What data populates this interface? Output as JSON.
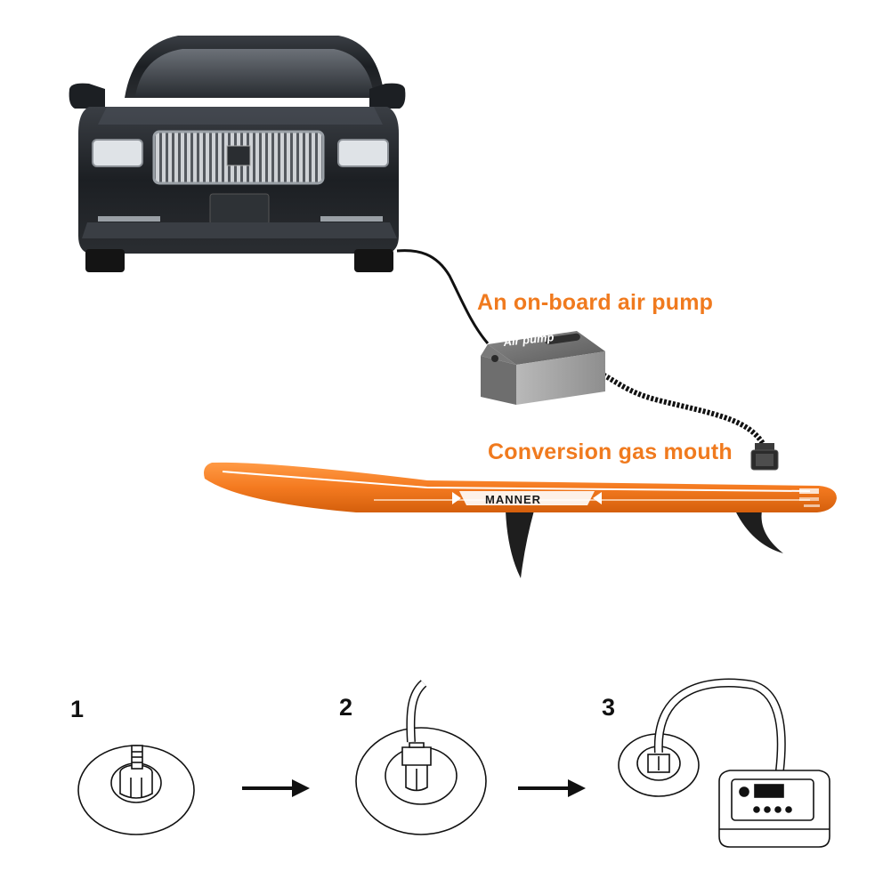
{
  "callouts": {
    "pump_label": "An on-board air pump",
    "mouth_label": "Conversion gas mouth"
  },
  "pump_box_text": "Air pump",
  "board_brand": "MANNER",
  "steps": [
    {
      "number": "1"
    },
    {
      "number": "2"
    },
    {
      "number": "3"
    }
  ],
  "colors": {
    "accent_orange": "#f07a1e",
    "board_orange": "#f47a20",
    "car_body": "#1f2226",
    "outline": "#111111"
  }
}
